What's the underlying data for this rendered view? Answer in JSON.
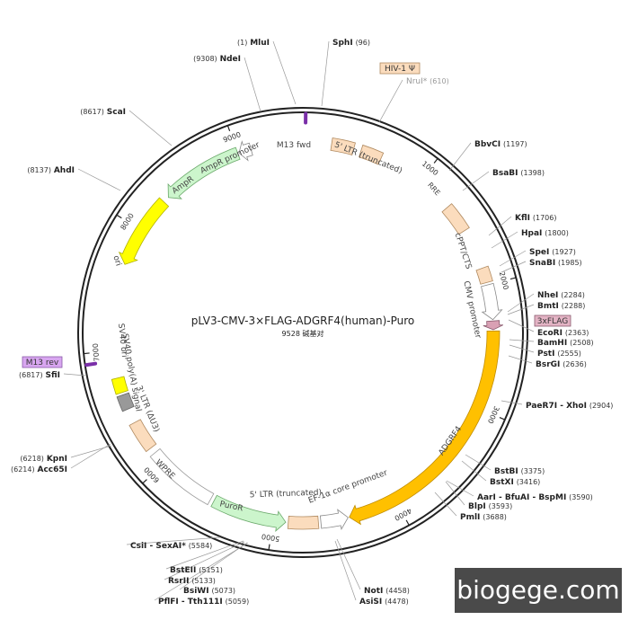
{
  "plasmid": {
    "name": "pLV3-CMV-3×FLAG-ADGRF4(human)-Puro",
    "size_label": "9528 碱基对",
    "total_bp": 9528
  },
  "ticks": [
    {
      "pos": 1000,
      "label": "1000"
    },
    {
      "pos": 2000,
      "label": "2000"
    },
    {
      "pos": 3000,
      "label": "3000"
    },
    {
      "pos": 4000,
      "label": "4000"
    },
    {
      "pos": 5000,
      "label": "5000"
    },
    {
      "pos": 6000,
      "label": "6000"
    },
    {
      "pos": 7000,
      "label": "7000"
    },
    {
      "pos": 8000,
      "label": "8000"
    },
    {
      "pos": 9000,
      "label": "9000"
    }
  ],
  "features": [
    {
      "name": "5' LTR (truncated)",
      "start": 230,
      "end": 410,
      "shape": "box",
      "color": "#fbdcbd",
      "stroke": "#b08a60"
    },
    {
      "name": "5' LTR (truncated)-b",
      "start": 470,
      "end": 640,
      "shape": "box",
      "color": "#fbdcbd",
      "stroke": "#b08a60"
    },
    {
      "name": "RRE",
      "start": 1300,
      "end": 1530,
      "shape": "box",
      "color": "#fbdcbd",
      "stroke": "#b08a60"
    },
    {
      "name": "cPPT/CTS",
      "start": 1860,
      "end": 1980,
      "shape": "box",
      "color": "#fbdcbd",
      "stroke": "#b08a60"
    },
    {
      "name": "CMV promoter",
      "start": 2000,
      "end": 2280,
      "shape": "arrow",
      "color": "#ffffff",
      "stroke": "#888888"
    },
    {
      "name": "3xFLAG",
      "start": 2290,
      "end": 2360,
      "shape": "arrow",
      "color": "#d9a0b4",
      "stroke": "#8a5a6e"
    },
    {
      "name": "ADGRF4",
      "start": 2370,
      "end": 4390,
      "shape": "arrow",
      "color": "#ffc000",
      "stroke": "#c08c00"
    },
    {
      "name": "EF-1α core promoter",
      "start": 4400,
      "end": 4620,
      "shape": "arrowrev",
      "color": "#ffffff",
      "stroke": "#888888"
    },
    {
      "name": "5' LTR (truncated)-c",
      "start": 4640,
      "end": 4880,
      "shape": "box",
      "color": "#fbdcbd",
      "stroke": "#b08a60"
    },
    {
      "name": "PuroR",
      "start": 4900,
      "end": 5500,
      "shape": "arrowrev",
      "color": "#ccf5cc",
      "stroke": "#6aa86a"
    },
    {
      "name": "WPRE",
      "start": 5530,
      "end": 6110,
      "shape": "box",
      "color": "#ffffff",
      "stroke": "#999999"
    },
    {
      "name": "3' LTR (ΔU3)",
      "start": 6160,
      "end": 6400,
      "shape": "box",
      "color": "#fbdcbd",
      "stroke": "#b08a60"
    },
    {
      "name": "SV40 ori",
      "start": 6520,
      "end": 6640,
      "shape": "box",
      "color": "#999999",
      "stroke": "#666666"
    },
    {
      "name": "SV40 poly(A) signal",
      "start": 6660,
      "end": 6780,
      "shape": "box",
      "color": "#ffff00",
      "stroke": "#b0b000"
    },
    {
      "name": "ori",
      "start": 7700,
      "end": 8290,
      "shape": "arrowrev",
      "color": "#ffff00",
      "stroke": "#b0b000"
    },
    {
      "name": "AmpR",
      "start": 8340,
      "end": 9000,
      "shape": "arrowrev",
      "color": "#ccf5cc",
      "stroke": "#6aa86a"
    },
    {
      "name": "AmpR promoter",
      "start": 9010,
      "end": 9110,
      "shape": "arrowrev",
      "color": "#ffffff",
      "stroke": "#888888"
    }
  ],
  "primers": [
    {
      "name": "M13 fwd",
      "pos": 20
    },
    {
      "name": "M13 rev",
      "pos": 6920
    }
  ],
  "feature_labels": [
    {
      "text": "M13 fwd",
      "fill": "#444444"
    },
    {
      "text": "5' LTR (truncated)",
      "fill": "#444444"
    },
    {
      "text": "RRE",
      "fill": "#444444"
    },
    {
      "text": "cPPT/CTS",
      "fill": "#444444"
    },
    {
      "text": "CMV promoter",
      "fill": "#444444"
    },
    {
      "text": "ADGRF4",
      "fill": "#444444"
    },
    {
      "text": "EF-1α core promoter",
      "fill": "#444444"
    },
    {
      "text": "5' LTR (truncated)",
      "fill": "#444444"
    },
    {
      "text": "PuroR",
      "fill": "#444444"
    },
    {
      "text": "WPRE",
      "fill": "#444444"
    },
    {
      "text": "3' LTR (ΔU3)",
      "fill": "#444444"
    },
    {
      "text": "SV40 poly(A) signal",
      "fill": "#444444"
    },
    {
      "text": "SV40 ori",
      "fill": "#444444"
    },
    {
      "text": "ori",
      "fill": "#444444"
    },
    {
      "text": "AmpR",
      "fill": "#444444"
    },
    {
      "text": "AmpR promoter",
      "fill": "#444444"
    }
  ],
  "boxed_labels": [
    {
      "text": "HIV-1 Ψ",
      "fill": "#fbdcbd",
      "stroke": "#b08a60"
    },
    {
      "text": "3xFLAG",
      "fill": "#e3b3c4",
      "stroke": "#8a5a6e"
    },
    {
      "text": "M13 rev",
      "fill": "#d8a6f0",
      "stroke": "#8a5aa8"
    }
  ],
  "sites": [
    {
      "name": "MluI",
      "pos": "(1)"
    },
    {
      "name": "SphI",
      "pos": "(96)"
    },
    {
      "name": "NruI*",
      "pos": "(610)"
    },
    {
      "name": "BbvCI",
      "pos": "(1197)"
    },
    {
      "name": "BsaBI",
      "pos": "(1398)"
    },
    {
      "name": "KflI",
      "pos": "(1706)"
    },
    {
      "name": "HpaI",
      "pos": "(1800)"
    },
    {
      "name": "SpeI",
      "pos": "(1927)"
    },
    {
      "name": "SnaBI",
      "pos": "(1985)"
    },
    {
      "name": "NheI",
      "pos": "(2284)"
    },
    {
      "name": "BmtI",
      "pos": "(2288)"
    },
    {
      "name": "EcoRI",
      "pos": "(2363)"
    },
    {
      "name": "BamHI",
      "pos": "(2508)"
    },
    {
      "name": "PstI",
      "pos": "(2555)"
    },
    {
      "name": "BsrGI",
      "pos": "(2636)"
    },
    {
      "name": "PaeR7I - XhoI",
      "pos": "(2904)"
    },
    {
      "name": "BstBI",
      "pos": "(3375)"
    },
    {
      "name": "BstXI",
      "pos": "(3416)"
    },
    {
      "name": "AarI - BfuAI - BspMI",
      "pos": "(3590)"
    },
    {
      "name": "BlpI",
      "pos": "(3593)"
    },
    {
      "name": "PmlI",
      "pos": "(3688)"
    },
    {
      "name": "NotI",
      "pos": "(4458)"
    },
    {
      "name": "AsiSI",
      "pos": "(4478)"
    },
    {
      "name": "CsiI - SexAI*",
      "pos": "(5584)"
    },
    {
      "name": "BstEII",
      "pos": "(5151)"
    },
    {
      "name": "RsrII",
      "pos": "(5133)"
    },
    {
      "name": "BsiWI",
      "pos": "(5073)"
    },
    {
      "name": "PflFI - Tth111I",
      "pos": "(5059)"
    },
    {
      "name": "KpnI",
      "pos": "(6218)"
    },
    {
      "name": "Acc65I",
      "pos": "(6214)"
    },
    {
      "name": "SfiI",
      "pos": "(6817)"
    },
    {
      "name": "AhdI",
      "pos": "(8137)"
    },
    {
      "name": "ScaI",
      "pos": "(8617)"
    },
    {
      "name": "NdeI",
      "pos": "(9308)"
    }
  ],
  "watermark": "biogege.com"
}
